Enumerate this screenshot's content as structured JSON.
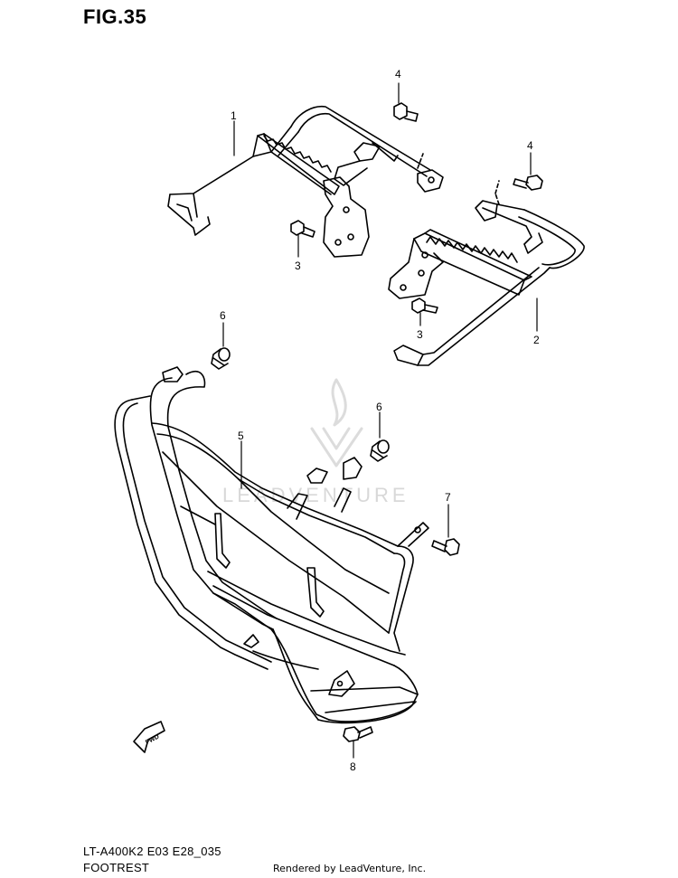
{
  "figure": {
    "title": "FIG.35"
  },
  "callouts": [
    {
      "id": "c1",
      "text": "1"
    },
    {
      "id": "c2",
      "text": "2"
    },
    {
      "id": "c3a",
      "text": "3"
    },
    {
      "id": "c3b",
      "text": "3"
    },
    {
      "id": "c4a",
      "text": "4"
    },
    {
      "id": "c4b",
      "text": "4"
    },
    {
      "id": "c5",
      "text": "5"
    },
    {
      "id": "c6a",
      "text": "6"
    },
    {
      "id": "c6b",
      "text": "6"
    },
    {
      "id": "c7",
      "text": "7"
    },
    {
      "id": "c8",
      "text": "8"
    }
  ],
  "fwd_arrow": {
    "label": "FWD"
  },
  "watermark": {
    "text": "LEADVENTURE"
  },
  "footer": {
    "model_code": "LT-A400K2 E03 E28_035",
    "section_name": "FOOTREST",
    "credit": "Rendered by LeadVenture, Inc."
  },
  "colors": {
    "line": "#000000",
    "watermark": "#d8d8d8",
    "background": "#ffffff"
  }
}
